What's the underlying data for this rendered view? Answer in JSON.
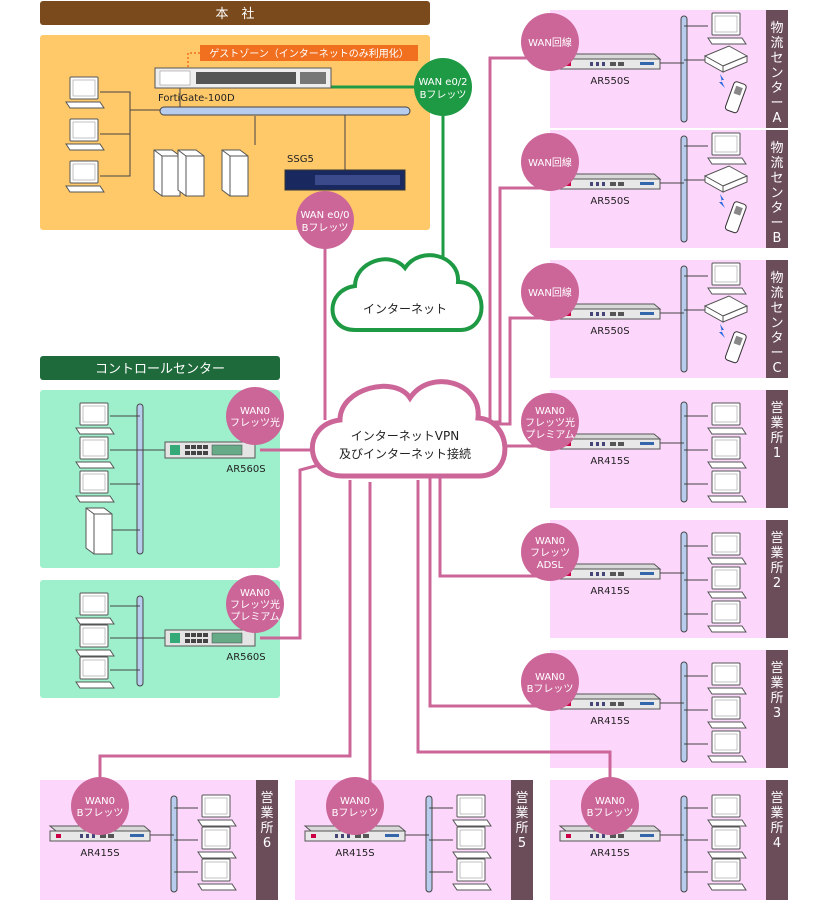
{
  "hq": {
    "title": "本　社",
    "guest_zone": "ゲストゾーン（インターネットのみ利用化）",
    "fortigate_label": "FortiGate-100D",
    "ssg_label": "SSG5",
    "wan_e0_2": [
      "WAN e0/2",
      "Bフレッツ"
    ],
    "wan_e0_0": [
      "WAN e0/0",
      "Bフレッツ"
    ]
  },
  "internet_label": "インターネット",
  "vpn_label": [
    "インターネットVPN",
    "及びインターネット接続"
  ],
  "control_center": {
    "title": "コントロールセンター",
    "units": [
      {
        "wan": [
          "WAN0",
          "フレッツ光"
        ],
        "router": "AR560S"
      },
      {
        "wan": [
          "WAN0",
          "フレッツ光",
          "プレミアム"
        ],
        "router": "AR560S"
      }
    ]
  },
  "sites": [
    {
      "name": "物流センターA",
      "wan": [
        "WAN回線"
      ],
      "router": "AR550S"
    },
    {
      "name": "物流センターB",
      "wan": [
        "WAN回線"
      ],
      "router": "AR550S"
    },
    {
      "name": "物流センターC",
      "wan": [
        "WAN回線"
      ],
      "router": "AR550S"
    },
    {
      "name": "営業所1",
      "wan": [
        "WAN0",
        "フレッツ光",
        "プレミアム"
      ],
      "router": "AR415S"
    },
    {
      "name": "営業所2",
      "wan": [
        "WAN0",
        "フレッツ",
        "ADSL"
      ],
      "router": "AR415S"
    },
    {
      "name": "営業所3",
      "wan": [
        "WAN0",
        "Bフレッツ"
      ],
      "router": "AR415S"
    },
    {
      "name": "営業所4",
      "wan": [
        "WAN0",
        "Bフレッツ"
      ],
      "router": "AR415S"
    },
    {
      "name": "営業所5",
      "wan": [
        "WAN0",
        "Bフレッツ"
      ],
      "router": "AR415S"
    },
    {
      "name": "営業所6",
      "wan": [
        "WAN0",
        "Bフレッツ"
      ],
      "router": "AR415S"
    }
  ],
  "colors": {
    "hq_header": "#7a4a1c",
    "hq_bg": "#ffc96a",
    "cc_header": "#1e6a3a",
    "cc_bg": "#9ef0cc",
    "site_bg": "#fdd6fb",
    "site_tag": "#6b4d5a",
    "vpn_line": "#cc6699",
    "green_line": "#1e9a44",
    "wan_badge": "#cc6699",
    "guest_zone": "#f07020"
  }
}
